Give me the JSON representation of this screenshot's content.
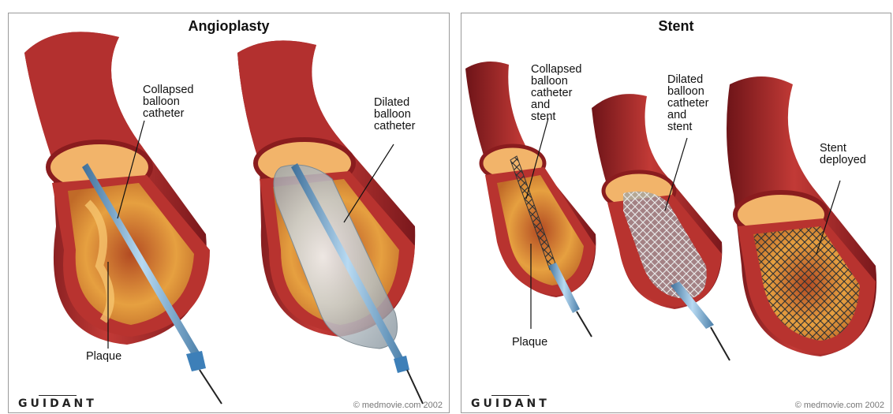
{
  "angioplasty": {
    "title": "Angioplasty",
    "label_collapsed": "Collapsed\nballoon\ncatheter",
    "label_dilated": "Dilated\nballoon\ncatheter",
    "label_plaque": "Plaque",
    "logo": "GUIDANT",
    "copyright": "© medmovie.com 2002"
  },
  "stent": {
    "title": "Stent",
    "label_collapsed": "Collapsed\nballoon\ncatheter\nand\nstent",
    "label_dilated": "Dilated\nballoon\ncatheter\nand\nstent",
    "label_deployed": "Stent\ndeployed",
    "label_plaque": "Plaque",
    "logo": "GUIDANT",
    "copyright": "© medmovie.com 2002"
  },
  "colors": {
    "vessel": "#a8262a",
    "vessel_dark": "#6e1418",
    "plaque": "#e0952f",
    "catheter": "#7fb2d8",
    "balloon": "#cfd6da"
  }
}
